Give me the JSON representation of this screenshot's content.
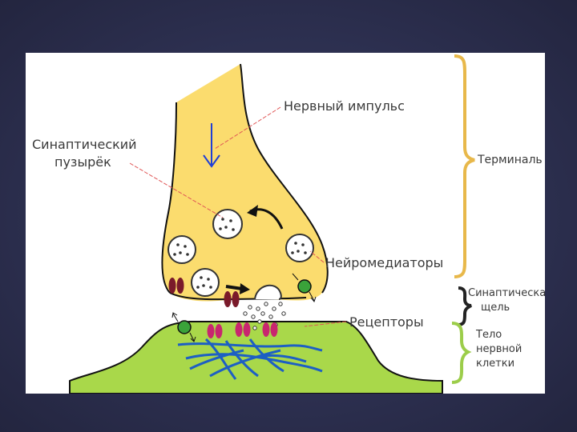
{
  "labels": {
    "nerve_impulse": "Нервный импульс",
    "synaptic_vesicle_1": "Синаптический",
    "synaptic_vesicle_2": "пузырёк",
    "terminal": "Терминаль",
    "neurotransmitters": "Нейромедиаторы",
    "synaptic_cleft_1": "Синаптическая",
    "synaptic_cleft_2": "щель",
    "receptors": "Рецепторы",
    "cell_body_1": "Тело",
    "cell_body_2": "нервной",
    "cell_body_3": "клетки"
  },
  "colors": {
    "background": "#2c2f4f",
    "terminal_fill": "#fbdc6e",
    "cell_body_fill": "#a9d84a",
    "terminal_bracket": "#e8b84a",
    "cleft_bracket": "#222222",
    "cell_body_bracket": "#9ccd4a",
    "impulse_arrow": "#1f3fd6",
    "vesicle_fill": "#ffffff",
    "channel": "#7a1a2a",
    "receptor": "#c8266f",
    "transporter": "#3aa33a",
    "fibers": "#1d5fc4",
    "leader_line": "#e05555"
  }
}
